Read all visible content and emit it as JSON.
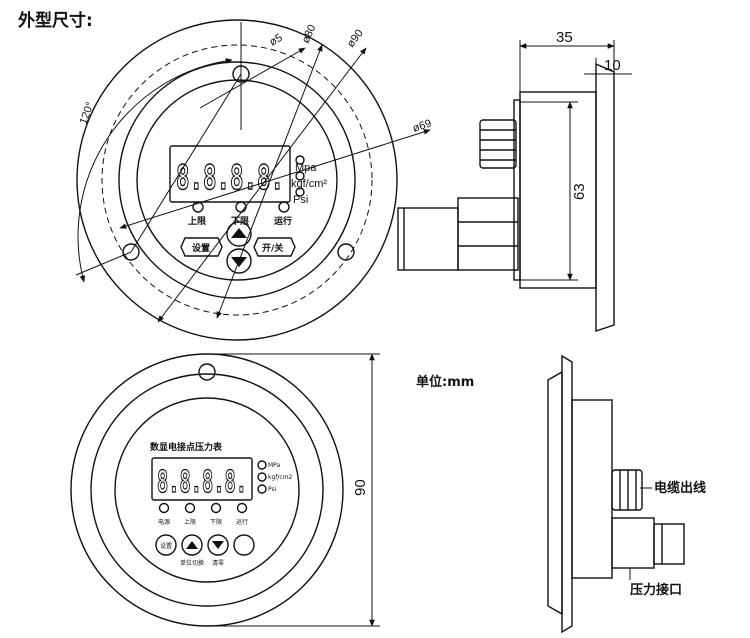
{
  "header": {
    "title": "外型尺寸:"
  },
  "units": "单位:mm",
  "top_front": {
    "dims": {
      "d5": "ø5",
      "d80": "ø80",
      "d90": "ø90",
      "d69": "ø69",
      "angle": "120°"
    },
    "display_value": "8.8.8.8.",
    "units": [
      "Mpa",
      "kgf/cm²",
      "Psi"
    ],
    "indicators": [
      "上限",
      "下限",
      "运行"
    ],
    "buttons": {
      "set": "设置",
      "power": "开/关"
    }
  },
  "top_side": {
    "dims": {
      "d35": "35",
      "d10": "10",
      "d63": "63"
    }
  },
  "bottom_front": {
    "title": "数显电接点压力表",
    "display_value": "8.8.8.8.",
    "units": [
      "MPa",
      "kgf/cm2",
      "Psi"
    ],
    "indicators": [
      "电源",
      "上限",
      "下限",
      "运行"
    ],
    "buttons": {
      "set": "设置"
    },
    "button_captions": [
      "单位切换",
      "清零"
    ],
    "dim_90": "90"
  },
  "bottom_side": {
    "callouts": {
      "cable": "电缆出线",
      "pressure": "压力接口"
    }
  }
}
